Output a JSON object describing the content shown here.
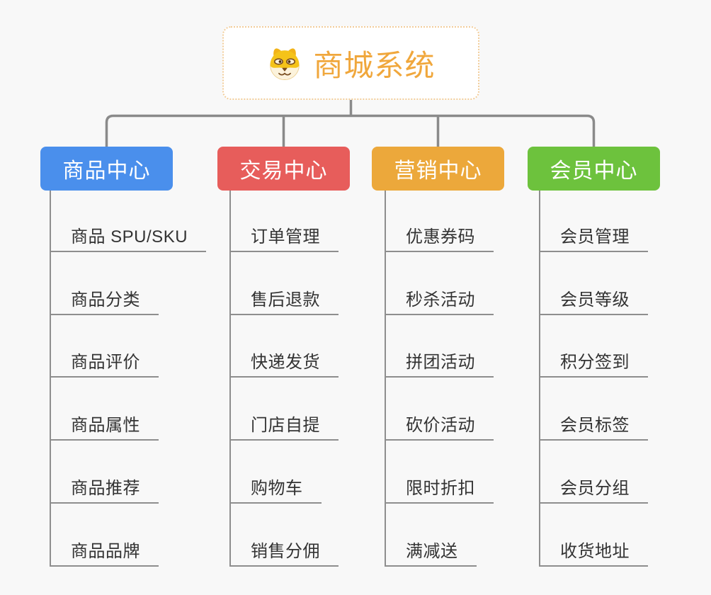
{
  "root": {
    "title": "商城系统",
    "icon": "dog-icon"
  },
  "branches": [
    {
      "label": "商品中心",
      "color": "#4A8FEC",
      "children": [
        "商品 SPU/SKU",
        "商品分类",
        "商品评价",
        "商品属性",
        "商品推荐",
        "商品品牌"
      ]
    },
    {
      "label": "交易中心",
      "color": "#E75D5B",
      "children": [
        "订单管理",
        "售后退款",
        "快递发货",
        "门店自提",
        "购物车",
        "销售分佣"
      ]
    },
    {
      "label": "营销中心",
      "color": "#ECA83B",
      "children": [
        "优惠券码",
        "秒杀活动",
        "拼团活动",
        "砍价活动",
        "限时折扣",
        "满减送"
      ]
    },
    {
      "label": "会员中心",
      "color": "#6DC23D",
      "children": [
        "会员管理",
        "会员等级",
        "积分签到",
        "会员标签",
        "会员分组",
        "收货地址"
      ]
    }
  ],
  "colors": {
    "connector": "#8A8A8A",
    "leaf_line": "#8E8E8E",
    "leaf_text": "#333333",
    "root_title": "#F0A73C",
    "root_border": "#F2CD9A",
    "background": "#F8F8F8",
    "node_text": "#FFFFFF"
  }
}
